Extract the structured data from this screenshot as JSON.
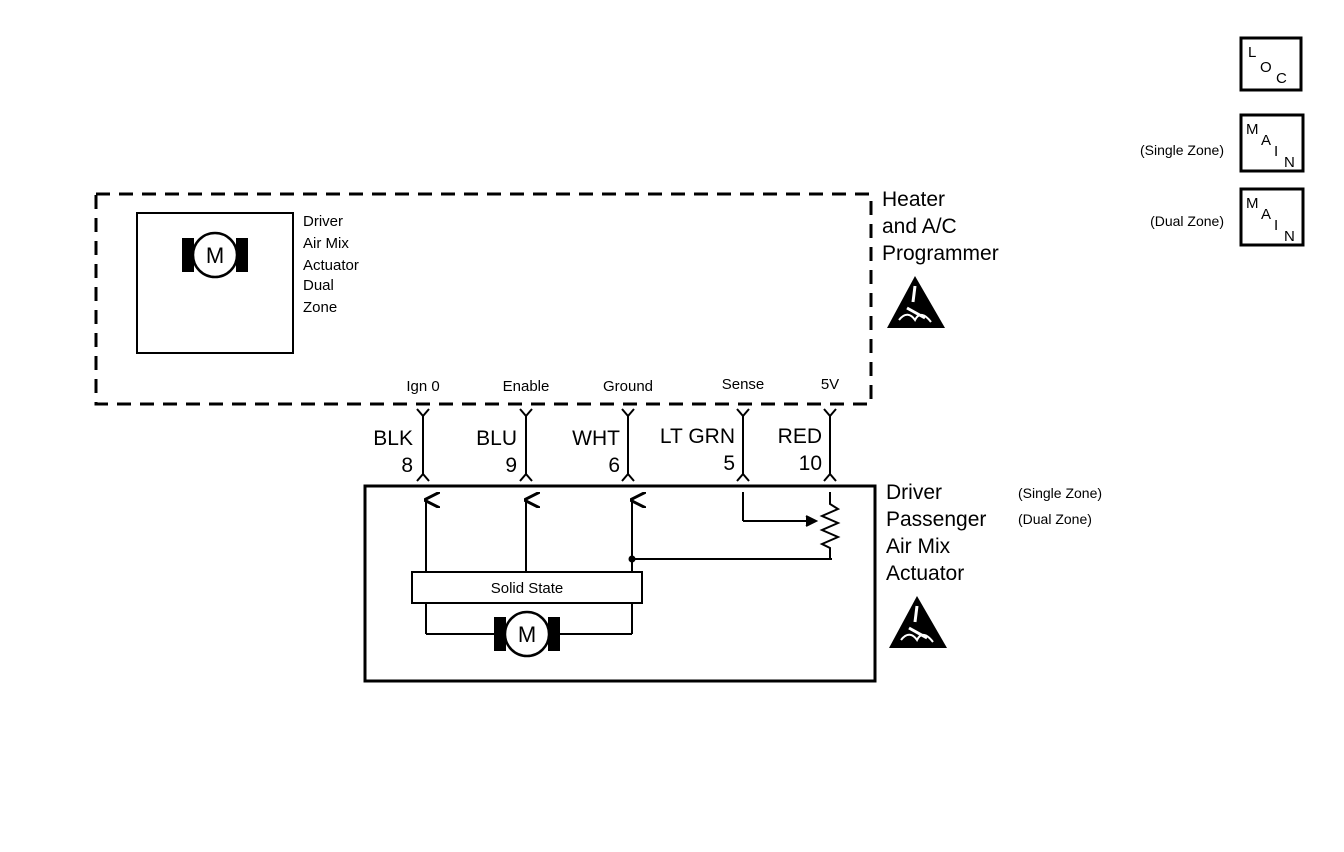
{
  "programmer": {
    "title_lines": [
      "Heater",
      "and A/C",
      "Programmer"
    ],
    "inner_label_lines": [
      "Driver",
      "Air Mix",
      "Actuator",
      "Dual",
      "Zone"
    ],
    "motor_letter": "M"
  },
  "pins": [
    {
      "signal": "Ign 0",
      "color": "BLK",
      "number": "8"
    },
    {
      "signal": "Enable",
      "color": "BLU",
      "number": "9"
    },
    {
      "signal": "Ground",
      "color": "WHT",
      "number": "6"
    },
    {
      "signal": "Sense",
      "color": "LT GRN",
      "number": "5"
    },
    {
      "signal": "5V",
      "color": "RED",
      "number": "10"
    }
  ],
  "actuator": {
    "title_lines": [
      "Driver",
      "Passenger",
      "Air Mix",
      "Actuator"
    ],
    "zone_notes": [
      "(Single Zone)",
      "(Dual Zone)"
    ],
    "solid_state_label": "Solid State",
    "motor_letter": "M"
  },
  "badges": {
    "loc": {
      "chars": [
        "L",
        "O",
        "C"
      ]
    },
    "main_single": {
      "note": "(Single Zone)",
      "chars": [
        "M",
        "A",
        "I",
        "N"
      ]
    },
    "main_dual": {
      "note": "(Dual Zone)",
      "chars": [
        "M",
        "A",
        "I",
        "N"
      ]
    }
  },
  "icons": {
    "esd_programmer": "esd-warning-icon",
    "esd_actuator": "esd-warning-icon",
    "motor": "motor-symbol",
    "potentiometer": "potentiometer-symbol"
  },
  "colors": {
    "line": "#000000",
    "background": "#ffffff"
  }
}
